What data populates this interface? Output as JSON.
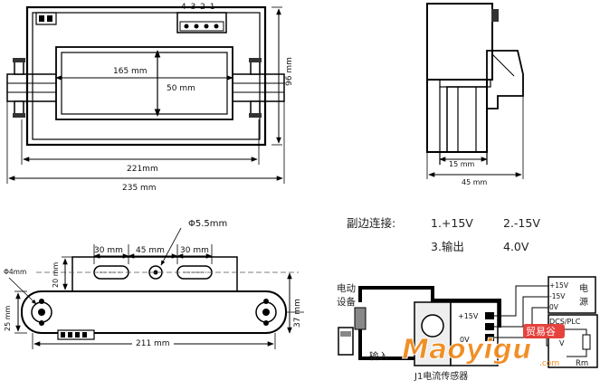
{
  "front_view": {
    "pins": "4 3 2 1",
    "dim_inner_width": "165 mm",
    "dim_window": "50 mm",
    "dim_height": "96 mm",
    "dim_mount": "221mm",
    "dim_total": "235 mm"
  },
  "side_view": {
    "dim_small": "15 mm",
    "dim_depth": "45 mm"
  },
  "bottom_view": {
    "dim_hole": "Φ5.5mm",
    "dim_slot_left": "30 mm",
    "dim_slot_gap": "45 mm",
    "dim_slot_right": "30 mm",
    "dim_depth": "20 mm",
    "dim_screw": "Φ4mm",
    "dim_end_height": "25 mm",
    "dim_height": "37 mm",
    "dim_length": "211 mm"
  },
  "wiring_notes": {
    "heading": "副边连接:",
    "item1": "1.+15V",
    "item2": "2.-15V",
    "item3": "3.输出",
    "item4": "4.0V"
  },
  "wiring_diagram": {
    "device_label_1": "电动",
    "device_label_2": "设备",
    "input_label": "输入",
    "sensor_label": "J1电流传感器",
    "sensor_plus": "+15V",
    "sensor_zero": "0V",
    "psu_plus": "+15V",
    "psu_minus": "-15V",
    "psu_zero": "0V",
    "psu_label_1": "电",
    "psu_label_2": "源",
    "dcs_label": "DCS/PLC",
    "dcs_v": "V",
    "rm_label": "Rm"
  },
  "watermark": {
    "text": "Maoyigu",
    "badge": "贸易谷",
    "domain": ".com"
  }
}
